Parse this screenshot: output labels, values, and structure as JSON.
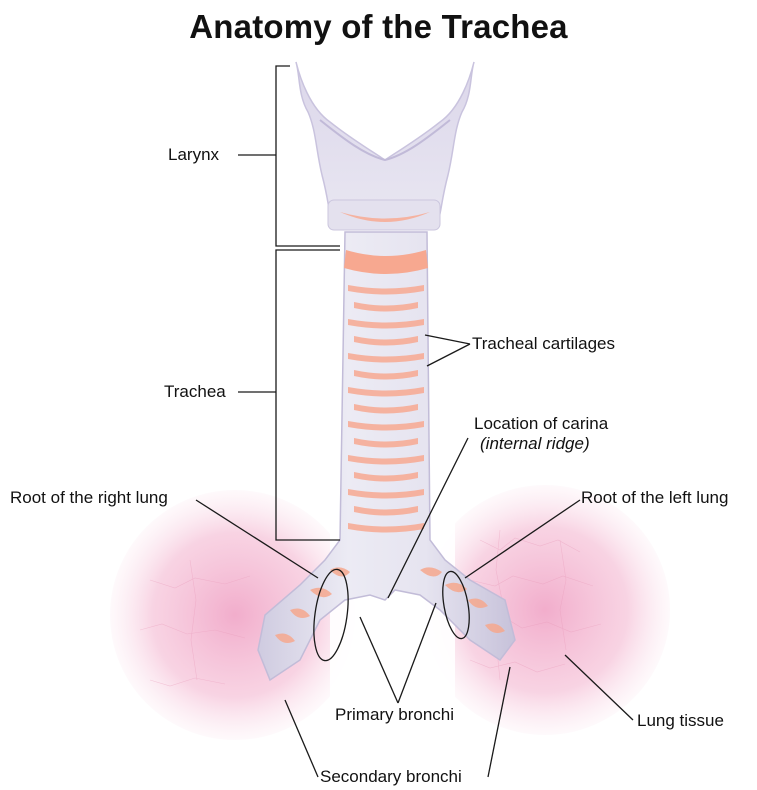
{
  "title": "Anatomy of the Trachea",
  "labels": {
    "larynx": "Larynx",
    "trachea": "Trachea",
    "tracheal_cartilages": "Tracheal cartilages",
    "carina": "Location of carina",
    "carina_note": "(internal ridge)",
    "root_right_lung": "Root of the right lung",
    "root_left_lung": "Root of the left lung",
    "primary_bronchi": "Primary bronchi",
    "secondary_bronchi": "Secondary bronchi",
    "lung_tissue": "Lung tissue"
  },
  "colors": {
    "lung_pink": "#f3b8d2",
    "cartilage_salmon": "#f7a890",
    "tissue_lavender": "#dcd8ea",
    "leader_line": "#1a1a1a"
  }
}
